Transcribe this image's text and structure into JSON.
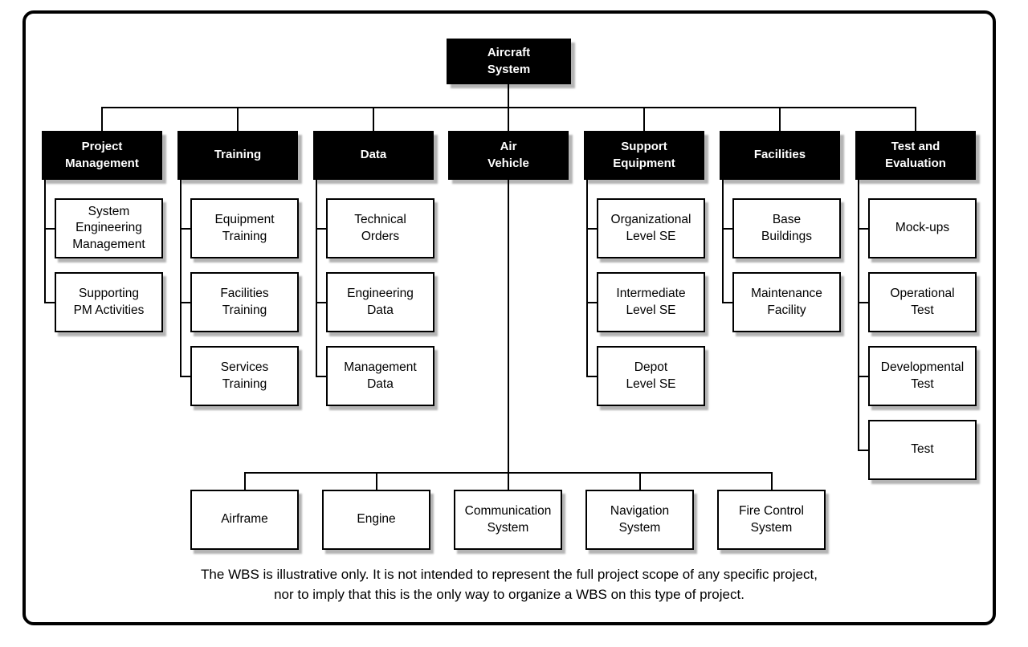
{
  "diagram": {
    "title_node": {
      "label": "Aircraft\nSystem"
    },
    "columns": [
      {
        "title": "Project\nManagement",
        "children": [
          "System\nEngineering\nManagement",
          "Supporting\nPM Activities"
        ]
      },
      {
        "title": "Training",
        "children": [
          "Equipment\nTraining",
          "Facilities\nTraining",
          "Services\nTraining"
        ]
      },
      {
        "title": "Data",
        "children": [
          "Technical\nOrders",
          "Engineering\nData",
          "Management\nData"
        ]
      },
      {
        "title": "Air\nVehicle",
        "children": []
      },
      {
        "title": "Support\nEquipment",
        "children": [
          "Organizational\nLevel SE",
          "Intermediate\nLevel SE",
          "Depot\nLevel SE"
        ]
      },
      {
        "title": "Facilities",
        "children": [
          "Base\nBuildings",
          "Maintenance\nFacility"
        ]
      },
      {
        "title": "Test and\nEvaluation",
        "children": [
          "Mock-ups",
          "Operational\nTest",
          "Developmental\nTest",
          "Test"
        ]
      }
    ],
    "air_vehicle_children": [
      "Airframe",
      "Engine",
      "Communication\nSystem",
      "Navigation\nSystem",
      "Fire Control\nSystem"
    ],
    "footnote": "The WBS is illustrative only. It is not intended to represent the full project scope of any specific project,\nnor to imply that this is the only way to organize a WBS on this type of project.",
    "colors": {
      "box_fill": "#000000",
      "box_text": "#ffffff",
      "child_fill": "#ffffff",
      "child_text": "#000000",
      "line": "#000000",
      "shadow": "#b4b4b4"
    }
  }
}
